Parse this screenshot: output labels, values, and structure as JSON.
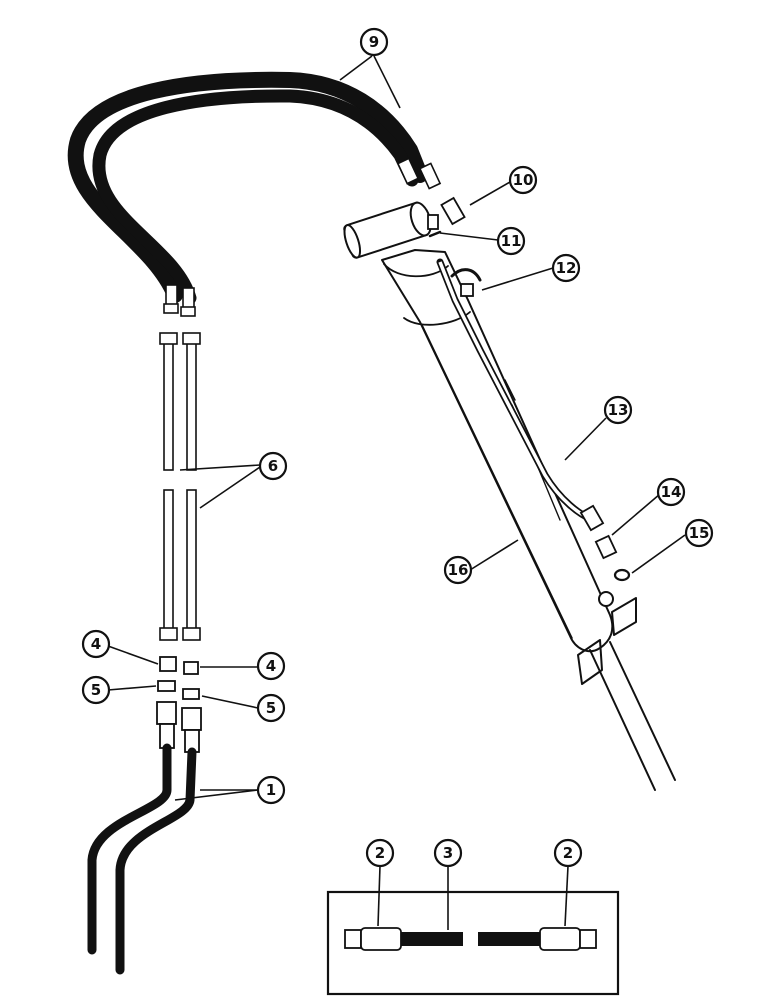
{
  "diagram": {
    "callouts": [
      {
        "id": "c9",
        "label": "9"
      },
      {
        "id": "c10",
        "label": "10"
      },
      {
        "id": "c11",
        "label": "11"
      },
      {
        "id": "c12",
        "label": "12"
      },
      {
        "id": "c6",
        "label": "6"
      },
      {
        "id": "c13",
        "label": "13"
      },
      {
        "id": "c14",
        "label": "14"
      },
      {
        "id": "c15",
        "label": "15"
      },
      {
        "id": "c16",
        "label": "16"
      },
      {
        "id": "c4a",
        "label": "4"
      },
      {
        "id": "c4b",
        "label": "4"
      },
      {
        "id": "c5a",
        "label": "5"
      },
      {
        "id": "c5b",
        "label": "5"
      },
      {
        "id": "c1",
        "label": "1"
      },
      {
        "id": "c2a",
        "label": "2"
      },
      {
        "id": "c3",
        "label": "3"
      },
      {
        "id": "c2b",
        "label": "2"
      }
    ],
    "colors": {
      "ink": "#111111",
      "paper": "#ffffff"
    }
  }
}
